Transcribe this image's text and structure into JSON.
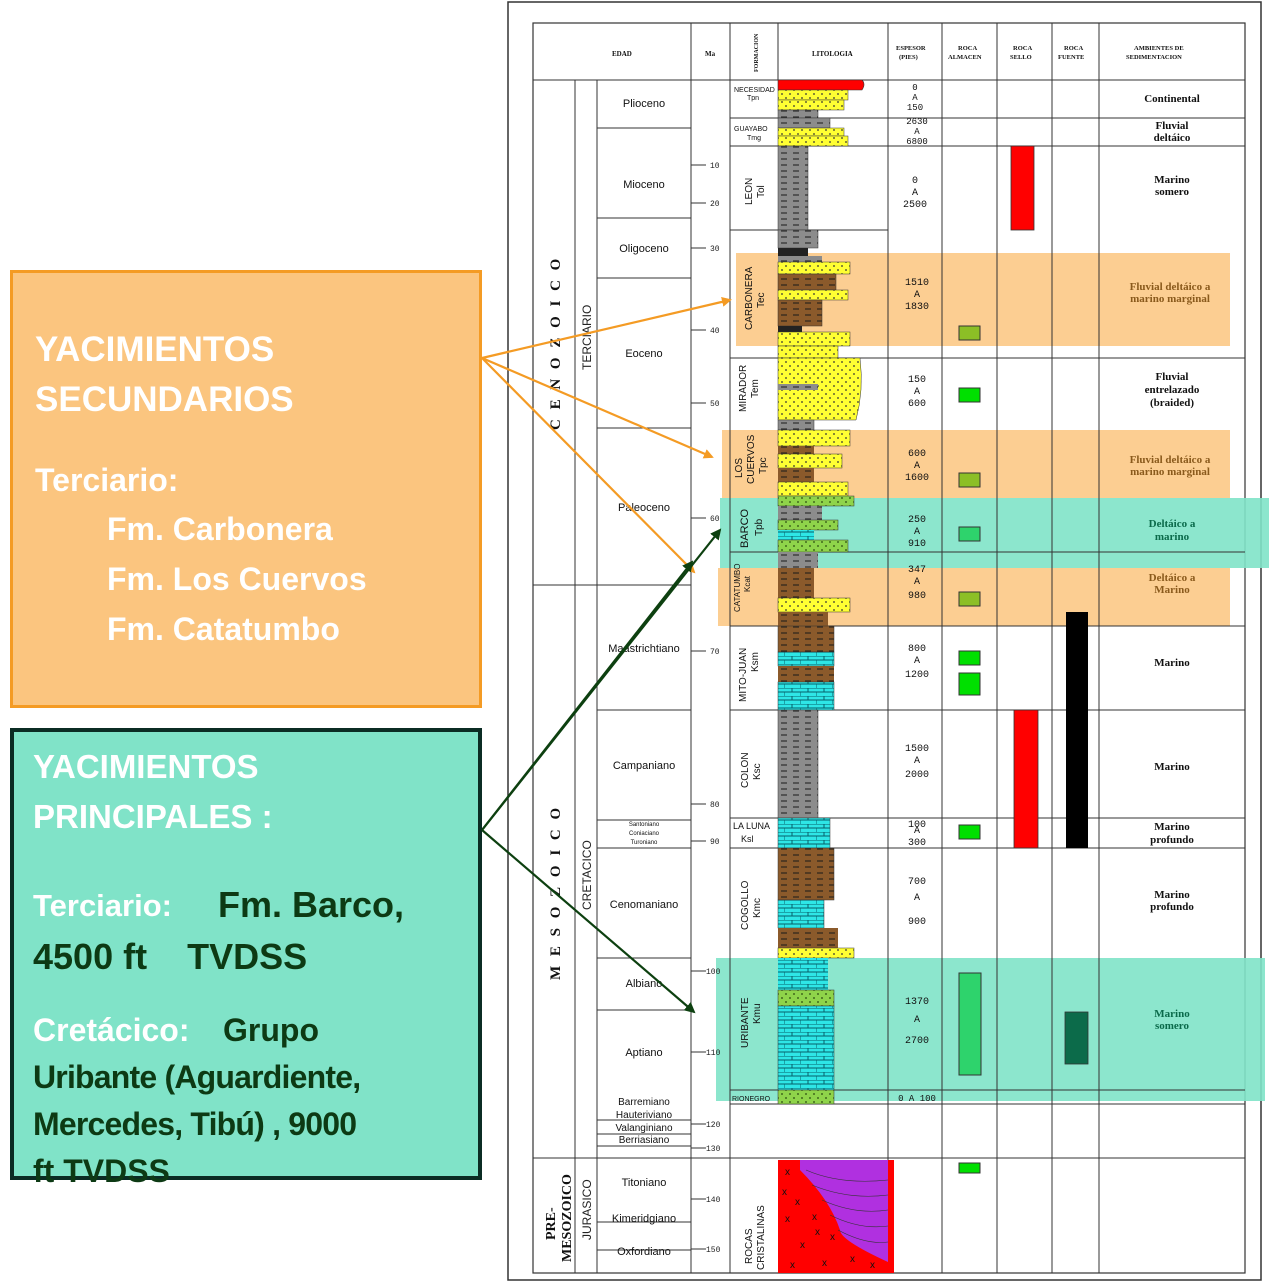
{
  "left_boxes": {
    "secundarios": {
      "title_line1": "YACIMIENTOS",
      "title_line2": "SECUNDARIOS",
      "subtitle": "Terciario:",
      "items": [
        "Fm. Carbonera",
        "Fm. Los Cuervos",
        "Fm. Catatumbo"
      ],
      "fill": "#fbc57f",
      "border": "#f49b24"
    },
    "principales": {
      "title_line1": "YACIMIENTOS",
      "title_line2": "PRINCIPALES :",
      "terciario_label": "Terciario:",
      "terciario_value_line1": "Fm. Barco,",
      "terciario_value_line2": "4500 ft    TVDSS",
      "cretacico_label": "Cretácico:",
      "cretacico_value_line1": "Grupo",
      "cretacico_value_line2": "Uribante (Aguardiente,",
      "cretacico_value_line3": "Mercedes, Tibú) , 9000",
      "cretacico_value_line4": "ft TVDSS",
      "fill": "#80e3c8",
      "border": "#0b2c24"
    }
  },
  "column": {
    "headers": {
      "edad": "EDAD",
      "ma": "Ma",
      "formacion": "FORMACION",
      "litologia": "LITOLOGIA",
      "espesor_line1": "ESPESOR",
      "espesor_line2": "(PIES)",
      "almacen_line1": "ROCA",
      "almacen_line2": "ALMACEN",
      "sello_line1": "ROCA",
      "sello_line2": "SELLO",
      "fuente_line1": "ROCA",
      "fuente_line2": "FUENTE",
      "ambientes_line1": "AMBIENTES DE",
      "ambientes_line2": "SEDIMENTACION"
    },
    "eras": {
      "cenozoico": "C E N O Z O I C O",
      "mesozoico": "M E S O Z O I C O",
      "premesozoico_line1": "PRE-",
      "premesozoico_line2": "MESOZOICO"
    },
    "periods": {
      "terciario": "TERCIARIO",
      "cretacico": "CRETACICO",
      "jurasico": "JURASICO"
    },
    "epochs": {
      "plioceno": "Plioceno",
      "mioceno": "Mioceno",
      "oligoceno": "Oligoceno",
      "eoceno": "Eoceno",
      "paleoceno": "Paleoceno",
      "maastrichtiano": "Maastrichtiano",
      "campaniano": "Campaniano",
      "santoniano": "Santoniano",
      "coniaciano": "Coniaciano",
      "turoniano": "Turoniano",
      "cenomaniano": "Cenomaniano",
      "albiano": "Albiano",
      "aptiano": "Aptiano",
      "barremiano": "Barremiano",
      "hauteriviano": "Hauteriviano",
      "valanginiano": "Valanginiano",
      "berriasiano": "Berriasiano",
      "titoniano": "Titoniano",
      "kimeridgiano": "Kimeridgiano",
      "oxfordiano": "Oxfordiano"
    },
    "ma_ticks": [
      "10",
      "20",
      "30",
      "40",
      "50",
      "60",
      "70",
      "80",
      "90",
      "100",
      "110",
      "120",
      "130",
      "140",
      "150"
    ],
    "formations": {
      "necesidad_line1": "NECESIDAD",
      "necesidad_line2": "Tpn",
      "guayabo_line1": "GUAYABO",
      "guayabo_line2": "Tmg",
      "leon_line1": "LEON",
      "leon_line2": "Tol",
      "carbonera_line1": "CARBONERA",
      "carbonera_line2": "Tec",
      "mirador_line1": "MIRADOR",
      "mirador_line2": "Tem",
      "loscuervos_line1": "LOS",
      "loscuervos_line2": "CUERVOS",
      "loscuervos_line3": "Tpc",
      "barco_line1": "BARCO",
      "barco_line2": "Tpb",
      "catatumbo_line1": "CATATUMBO",
      "catatumbo_line2": "Kcat",
      "mitojuan_line1": "MITO-JUAN",
      "mitojuan_line2": "Ksm",
      "colon_line1": "COLON",
      "colon_line2": "Ksc",
      "laluna_line1": "LA LUNA",
      "laluna_line2": "Ksl",
      "cogollo_line1": "COGOLLO",
      "cogollo_line2": "Kmc",
      "uribante_line1": "URIBANTE",
      "uribante_line2": "Kmu",
      "rionegro": "RIONEGRO",
      "rocas_line1": "ROCAS",
      "rocas_line2": "CRISTALINAS"
    },
    "thickness": {
      "necesidad": [
        "0",
        "A",
        "150"
      ],
      "guayabo": [
        "2630",
        "A",
        "6800"
      ],
      "leon": [
        "0",
        "A",
        "2500"
      ],
      "carbonera": [
        "1510",
        "A",
        "1830"
      ],
      "mirador": [
        "150",
        "A",
        "600"
      ],
      "loscuervos": [
        "600",
        "A",
        "1600"
      ],
      "barco": [
        "250",
        "A",
        "910"
      ],
      "catatumbo": [
        "347",
        "A",
        "980"
      ],
      "mitojuan": [
        "800",
        "A",
        "1200"
      ],
      "colon": [
        "1500",
        "A",
        "2000"
      ],
      "laluna": [
        "100",
        "A",
        "300"
      ],
      "cogollo": [
        "700",
        "A",
        "900"
      ],
      "uribante": [
        "1370",
        "A",
        "2700"
      ],
      "rionegro": "0 A 100"
    },
    "environments": {
      "continental": "Continental",
      "fluvial_deltaico_line1": "Fluvial",
      "fluvial_deltaico_line2": "deltáico",
      "marino_somero_line1": "Marino",
      "marino_somero_line2": "somero",
      "carbonera_line1": "Fluvial deltáico a",
      "carbonera_line2": "marino marginal",
      "mirador_line1": "Fluvial",
      "mirador_line2": "entrelazado",
      "mirador_line3": "(braided)",
      "loscuervos_line1": "Fluvial deltáico a",
      "loscuervos_line2": "marino marginal",
      "barco_line1": "Deltáico a",
      "barco_line2": "marino",
      "catatumbo_line1": "Deltáico a",
      "catatumbo_line2": "Marino",
      "mitojuan": "Marino",
      "colon": "Marino",
      "laluna_line1": "Marino",
      "laluna_line2": "profundo",
      "cogollo_line1": "Marino",
      "cogollo_line2": "profundo",
      "uribante_line1": "Marino",
      "uribante_line2": "somero"
    },
    "colors": {
      "orange_highlight": "#fbc57f",
      "teal_highlight": "#80e3c8",
      "sandstone": "#ffff33",
      "shale_grey": "#8c8c8c",
      "shale_brown": "#8b5a2b",
      "limestone": "#2ee6e6",
      "glauconite": "#8fd44a",
      "seal_red": "#ff0000",
      "source_black": "#000000",
      "reservoir_green": "#00e000",
      "reservoir_olive": "#8cbf26",
      "uribante_reservoir": "#2ed36c",
      "uribante_source": "#0c6b4a",
      "basement_red": "#ff0000",
      "basement_purple": "#b030e0",
      "arrow_orange": "#f49b24",
      "arrow_green": "#0d4010"
    }
  }
}
